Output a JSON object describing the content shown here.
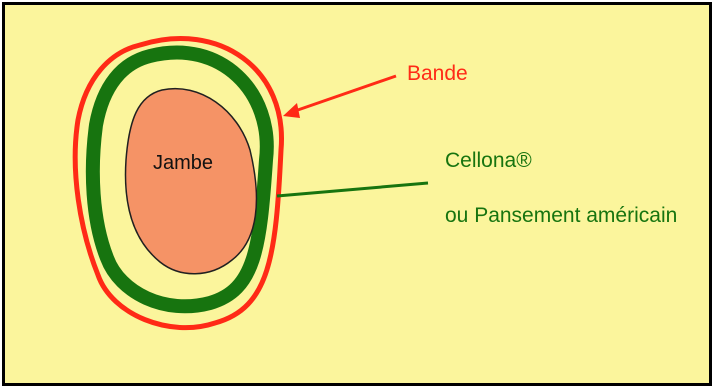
{
  "colors": {
    "background": "#fbf59c",
    "border": "#000000",
    "bande": "#ff2a16",
    "cellona": "#17740f",
    "jambe": "#f59366",
    "jambe_outline": "#202020",
    "text_dark": "#111111"
  },
  "labels": {
    "bande": "Bande",
    "cellona": "Cellona®",
    "pansement": "ou Pansement américain",
    "jambe": "Jambe"
  }
}
